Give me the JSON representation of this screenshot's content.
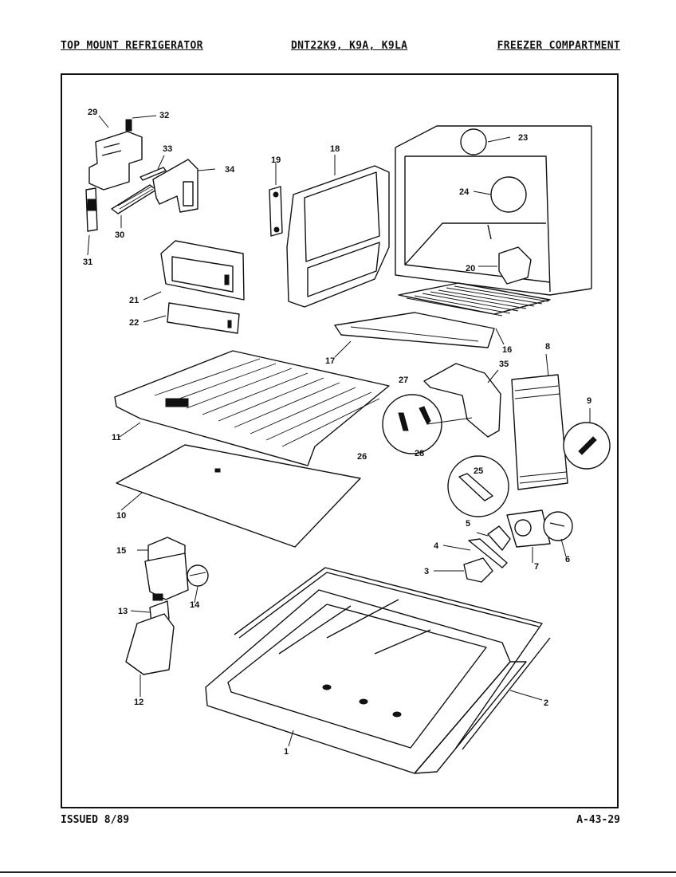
{
  "header": {
    "title": "TOP MOUNT REFRIGERATOR",
    "models": "DNT22K9, K9A, K9LA",
    "section": "FREEZER COMPARTMENT"
  },
  "footer": {
    "issued": "ISSUED 8/89",
    "page": "A-43-29"
  },
  "callouts": [
    "1",
    "2",
    "3",
    "4",
    "5",
    "6",
    "7",
    "8",
    "9",
    "10",
    "11",
    "12",
    "13",
    "14",
    "15",
    "16",
    "17",
    "18",
    "19",
    "20",
    "21",
    "22",
    "23",
    "24",
    "25",
    "26",
    "27",
    "28",
    "29",
    "30",
    "31",
    "32",
    "33",
    "34",
    "35"
  ]
}
